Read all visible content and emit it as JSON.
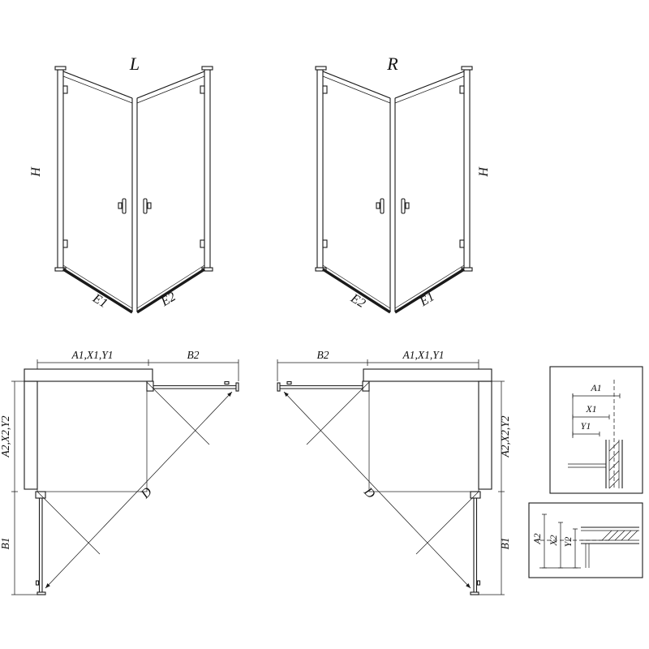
{
  "diagram": {
    "colors": {
      "line": "#1a1a1a",
      "background": "#ffffff"
    },
    "iso_left": {
      "variant": "L",
      "height": "H",
      "bottom_left": "E1",
      "bottom_right": "E2"
    },
    "iso_right": {
      "variant": "R",
      "height": "H",
      "bottom_left": "E2",
      "bottom_right": "E1"
    },
    "plan_left": {
      "width": "A1,X1,Y1",
      "door_open_width": "B2",
      "depth": "A2,X2,Y2",
      "door_open_depth": "B1",
      "diagonal": "D"
    },
    "plan_right": {
      "width": "A1,X1,Y1",
      "door_open_width": "B2",
      "depth": "A2,X2,Y2",
      "door_open_depth": "B1",
      "diagonal": "D"
    },
    "detail_width": {
      "a": "A1",
      "x": "X1",
      "y": "Y1"
    },
    "detail_depth": {
      "a": "A2",
      "x": "X2",
      "y": "Y2"
    }
  }
}
